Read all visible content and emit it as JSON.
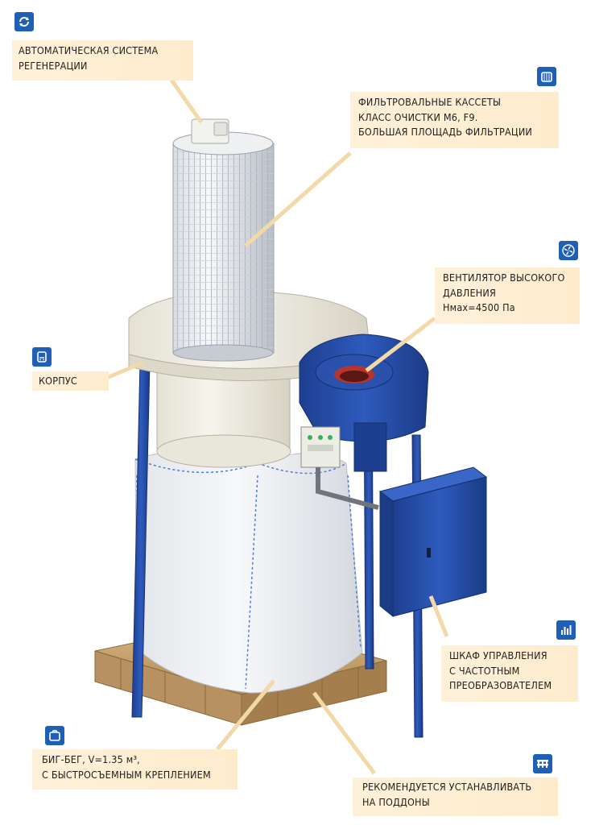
{
  "colors": {
    "callout_bg": "#fdebcc",
    "badge_blue": "#1f5fb5",
    "equipment_blue": "#2450a8",
    "housing_white": "#f1efe6",
    "pallet_wood": "#c9a574"
  },
  "callouts": {
    "regeneration": {
      "icon": "refresh-icon",
      "lines": [
        "АВТОМАТИЧЕСКАЯ СИСТЕМА",
        "РЕГЕНЕРАЦИИ"
      ]
    },
    "filters": {
      "icon": "filter-cassette-icon",
      "lines": [
        "ФИЛЬТРОВАЛЬНЫЕ КАССЕТЫ",
        "КЛАСС ОЧИСТКИ М6, F9.",
        "БОЛЬШАЯ ПЛОЩАДЬ ФИЛЬТРАЦИИ"
      ]
    },
    "fan": {
      "icon": "fan-icon",
      "lines": [
        "ВЕНТИЛЯТОР ВЫСОКОГО",
        "ДАВЛЕНИЯ",
        "Hмах=4500 Па"
      ]
    },
    "housing": {
      "icon": "housing-icon",
      "lines": [
        "КОРПУС"
      ]
    },
    "cabinet": {
      "icon": "equalizer-icon",
      "lines": [
        "ШКАФ УПРАВЛЕНИЯ",
        "С ЧАСТОТНЫМ",
        "ПРЕОБРАЗОВАТЕЛЕМ"
      ]
    },
    "bigbag": {
      "icon": "bag-icon",
      "lines": [
        "БИГ-БЕГ, V=1.35 м³,",
        "С БЫСТРОСЪЕМНЫМ КРЕПЛЕНИЕМ"
      ]
    },
    "pallet": {
      "icon": "pallet-icon",
      "lines": [
        "РЕКОМЕНДУЕТСЯ УСТАНАВЛИВАТЬ",
        "НА ПОДДОНЫ"
      ]
    }
  }
}
